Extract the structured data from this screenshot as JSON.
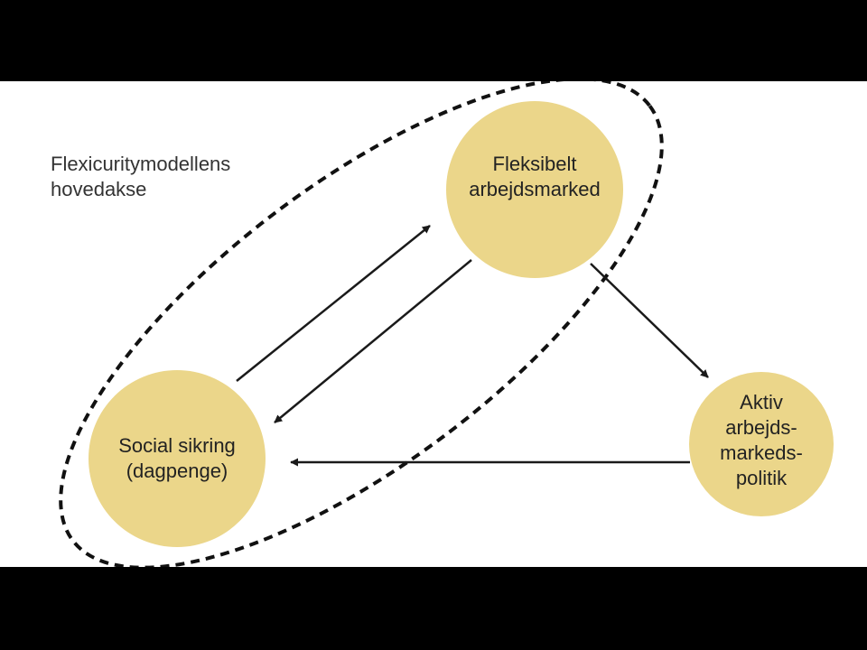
{
  "diagram": {
    "axis_label": "Flexicuritymodellens\nhovedakse",
    "nodes": {
      "fleksibelt": {
        "label": "Fleksibelt\narbejdsmarked"
      },
      "social": {
        "label": "Social sikring\n(dagpenge)"
      },
      "aktiv": {
        "label": "Aktiv\narbejds-\nmarkeds-\npolitik"
      }
    },
    "edges": [
      {
        "from": "social",
        "to": "fleksibelt"
      },
      {
        "from": "fleksibelt",
        "to": "social"
      },
      {
        "from": "fleksibelt",
        "to": "aktiv"
      },
      {
        "from": "aktiv",
        "to": "social"
      }
    ],
    "colors": {
      "node_fill": "#EBD68A",
      "arrow": "#1a1a1a",
      "dashed_ellipse": "#111111",
      "background": "#ffffff",
      "frame": "#000000"
    }
  }
}
